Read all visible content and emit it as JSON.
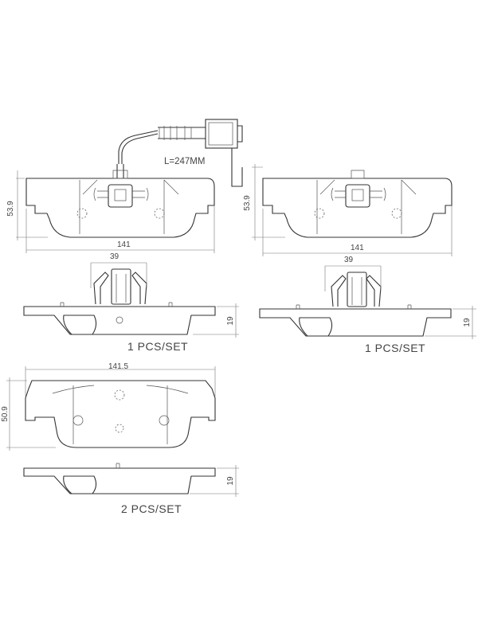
{
  "sensor": {
    "cable_length": "L=247MM"
  },
  "pad_a": {
    "width": "141",
    "height": "53.9",
    "clip_width": "39",
    "thickness": "19",
    "quantity": "1  PCS/SET"
  },
  "pad_b": {
    "width": "141",
    "height": "53.9",
    "clip_width": "39",
    "thickness": "19",
    "quantity": "1  PCS/SET"
  },
  "pad_c": {
    "width": "141.5",
    "height": "50.9",
    "thickness": "19",
    "quantity": "2  PCS/SET"
  },
  "colors": {
    "line": "#333333",
    "hatch": "#999999"
  }
}
